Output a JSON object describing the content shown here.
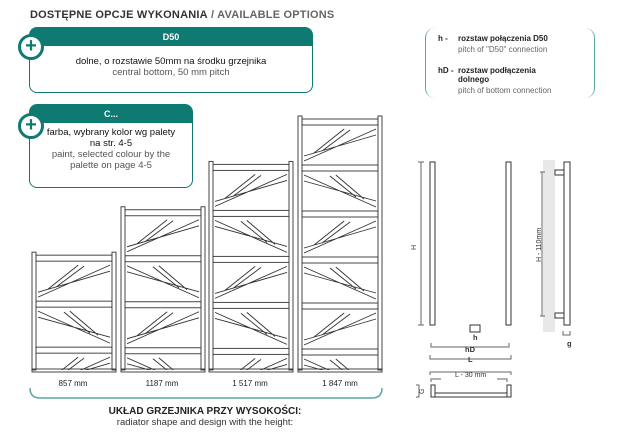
{
  "header": {
    "title_pl": "DOSTĘPNE OPCJE WYKONANIA",
    "title_sep": " / ",
    "title_en": "AVAILABLE OPTIONS"
  },
  "options": [
    {
      "code": "D50",
      "pl": "dolne, o rozstawie 50mm na środku grzejnika",
      "en": "central bottom, 50 mm pitch",
      "icon": "plus-icon"
    },
    {
      "code": "C...",
      "pl": "farba, wybrany kolor wg palety na str. 4-5",
      "en": "paint, selected colour by the palette on page 4-5",
      "icon": "plus-icon"
    }
  ],
  "legend": [
    {
      "key": "h -",
      "pl": "rozstaw połączenia D50",
      "en": "pitch of \"D50\" connection"
    },
    {
      "key": "hD -",
      "pl": "rozstaw podłączenia dolnego",
      "en": "pitch of bottom connection"
    }
  ],
  "heights": [
    {
      "mm": 857,
      "label": "857 mm"
    },
    {
      "mm": 1187,
      "label": "1187 mm"
    },
    {
      "mm": 1517,
      "label": "1 517 mm"
    },
    {
      "mm": 1847,
      "label": "1 847 mm"
    }
  ],
  "footer": {
    "pl": "UKŁAD GRZEJNIKA PRZY WYSOKOŚCI:",
    "en": "radiator shape and design with the height:"
  },
  "dimensions": {
    "H": "H",
    "h": "h",
    "hD": "hD",
    "L": "L",
    "H_minus": "H - 110mm",
    "g": "g",
    "L_minus": "L - 30 mm",
    "G": "G"
  },
  "colors": {
    "accent": "#0f7a72"
  }
}
